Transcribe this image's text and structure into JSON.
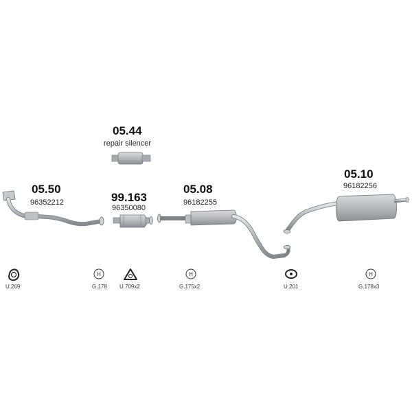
{
  "parts": [
    {
      "code": "05.44",
      "desc": "repair silencer"
    },
    {
      "code": "05.50",
      "number": "96352212"
    },
    {
      "code": "99.163",
      "number": "96350080"
    },
    {
      "code": "05.08",
      "number": "96182255"
    },
    {
      "code": "05.10",
      "number": "96182256"
    }
  ],
  "accessories": [
    {
      "label": "U.269",
      "icon": "u-clamp-icon"
    },
    {
      "label": "G.178",
      "icon": "gasket-icon"
    },
    {
      "label": "U.709x2",
      "icon": "triangle-gasket-icon"
    },
    {
      "label": "G.175x2",
      "icon": "gasket-icon"
    },
    {
      "label": "U.201",
      "icon": "oval-clamp-icon"
    },
    {
      "label": "G.178x3",
      "icon": "gasket-icon"
    }
  ],
  "colors": {
    "pipe": "#b8bcc0",
    "pipe_dark": "#7d8287",
    "text": "#111111"
  }
}
